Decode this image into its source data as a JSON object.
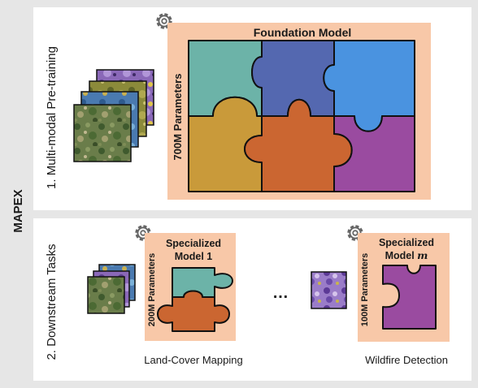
{
  "side_title": "MAPEX",
  "stage1": {
    "section_label": "1. Multi-modal Pre-training",
    "model_title": "Foundation Model",
    "params_label": "700M Parameters"
  },
  "stage2": {
    "section_label": "2. Downstream Tasks",
    "ellipsis": "…",
    "task1": {
      "title_line1": "Specialized",
      "title_line2": "Model 1",
      "params_label": "200M Parameters",
      "caption": "Land-Cover Mapping"
    },
    "task2": {
      "title_line1": "Specialized",
      "title_line2_prefix": "Model ",
      "title_line2_var": "m",
      "params_label": "100M Parameters",
      "caption": "Wildfire Detection"
    }
  },
  "colors": {
    "outer_bg": "#e6e6e6",
    "panel_bg": "#ffffff",
    "model_bg": "#f8c8a8",
    "teal": "#6cb3a8",
    "blue": "#5468b0",
    "sky": "#4a93e0",
    "mustard": "#c99a3a",
    "orange": "#cb6631",
    "purple": "#9a4ba0",
    "gear": "#666666"
  },
  "icons": [
    "gear-icon",
    "satellite-image-stack",
    "satellite-image",
    "puzzle-piece"
  ]
}
